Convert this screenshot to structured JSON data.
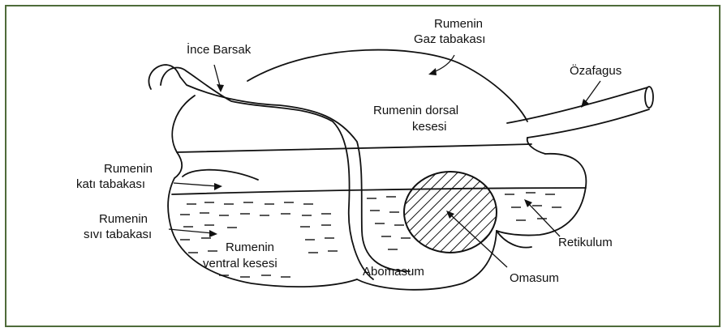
{
  "diagram": {
    "labels": {
      "ince_barsak": "İnce Barsak",
      "rumen_gas_1": "Rumenin",
      "rumen_gas_2": "Gaz tabakası",
      "ozafagus": "Özafagus",
      "dorsal_1": "Rumenin dorsal",
      "dorsal_2": "kesesi",
      "kati_1": "Rumenin",
      "kati_2": "katı tabakası",
      "sivi_1": "Rumenin",
      "sivi_2": "sıvı tabakası",
      "ventral_1": "Rumenin",
      "ventral_2": "ventral kesesi",
      "abomasum": "Abomasum",
      "omasum": "Omasum",
      "retikulum": "Retikulum"
    },
    "colors": {
      "frame": "#4f6b3a",
      "ink": "#111111"
    }
  }
}
